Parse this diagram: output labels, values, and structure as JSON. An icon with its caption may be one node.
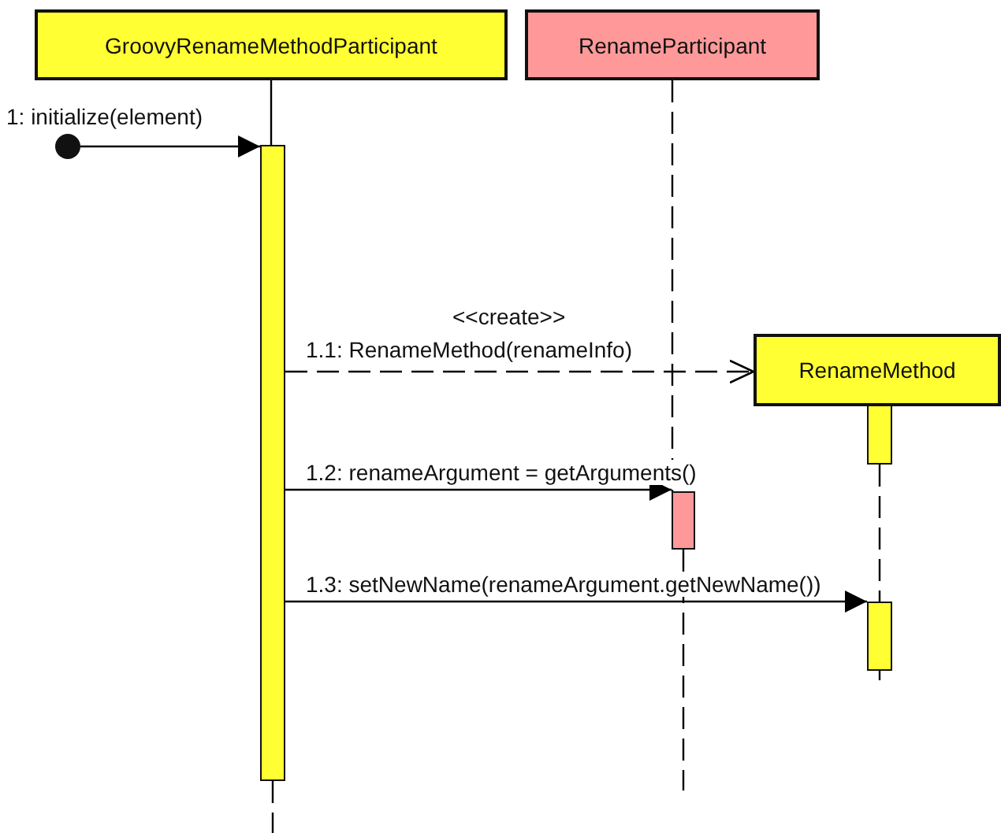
{
  "diagram": {
    "nodes": [
      {
        "text": [
          "GroovyRenameMethodParticipant"
        ]
      },
      {
        "text": [
          "RenameParticipant"
        ]
      },
      {
        "text": [
          "RenameMethod"
        ]
      },
      {
        "text": [],
        "shape": "circle"
      },
      {
        "text": [],
        "shape": "bar"
      },
      {
        "text": [],
        "shape": "bar"
      },
      {
        "text": [],
        "shape": "bar"
      },
      {
        "text": [],
        "shape": "bar"
      }
    ],
    "edges": [
      {
        "from": 3,
        "to": 4,
        "arrow": "to",
        "label": "1: initialize(element)"
      },
      {
        "from": 4,
        "to": 2,
        "arrow": "to",
        "label": "1.1: RenameMethod(renameInfo)",
        "style": "dashed"
      },
      {
        "from": 4,
        "to": 6,
        "arrow": "to",
        "label": "1.2: renameArgument = getArguments()"
      },
      {
        "from": 4,
        "to": 7,
        "arrow": "to",
        "label": "1.3: setNewName(renameArgument.getNewName())"
      },
      {
        "from": 0,
        "to": 4,
        "arrow": "none"
      },
      {
        "from": 1,
        "to": 6,
        "arrow": "none",
        "style": "dashed"
      },
      {
        "from": 5,
        "to": 7,
        "arrow": "none",
        "style": "dashed"
      },
      {
        "from": 4,
        "to": null,
        "arrow": "none",
        "style": "dashed"
      },
      {
        "from": 6,
        "to": null,
        "arrow": "none",
        "style": "dashed"
      },
      {
        "from": 7,
        "to": null,
        "arrow": "none",
        "style": "dashed"
      }
    ],
    "labels": [
      "<<create>>"
    ]
  }
}
